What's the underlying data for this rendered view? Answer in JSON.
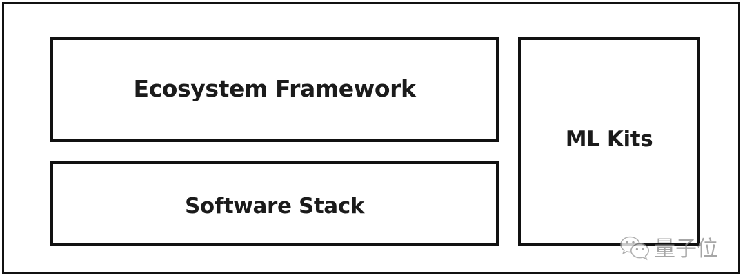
{
  "diagram": {
    "title": "Ecosystem Framework / Software Stack / ML Kits block diagram",
    "outer_container_label": "",
    "blocks": [
      {
        "id": "ecosystem",
        "label": "Ecosystem Framework"
      },
      {
        "id": "software",
        "label": "Software Stack"
      },
      {
        "id": "mlkits",
        "label": "ML Kits"
      }
    ]
  },
  "watermark": {
    "logo_icon": "wechat-bubbles-icon",
    "text": "量子位"
  },
  "colors": {
    "stroke": "#111111",
    "text": "#1b1b1b",
    "background": "#ffffff",
    "watermark": "#8e8e8e"
  }
}
